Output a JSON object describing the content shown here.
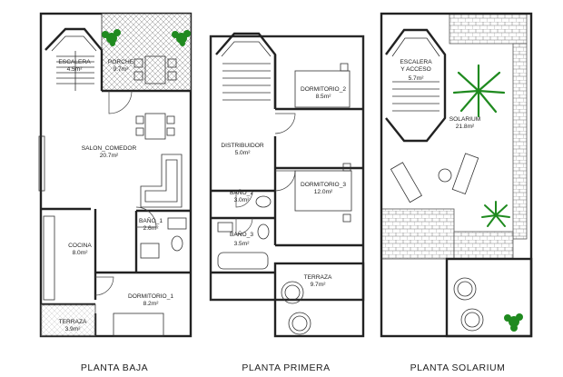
{
  "plans": [
    {
      "title": "PLANTA BAJA",
      "rooms": [
        {
          "name": "ESCALERA",
          "area": "4.5m²"
        },
        {
          "name": "PORCHE",
          "area": "9.7m²"
        },
        {
          "name": "SALON_COMEDOR",
          "area": "20.7m²"
        },
        {
          "name": "BAÑO_1",
          "area": "2.6m²"
        },
        {
          "name": "COCINA",
          "area": "8.0m²"
        },
        {
          "name": "DORMITORIO_1",
          "area": "8.2m²"
        },
        {
          "name": "TERRAZA",
          "area": "3.9m²"
        }
      ]
    },
    {
      "title": "PLANTA PRIMERA",
      "rooms": [
        {
          "name": "DORMITORIO_2",
          "area": "8.5m²"
        },
        {
          "name": "DISTRIBUIDOR",
          "area": "5.0m²"
        },
        {
          "name": "DORMITORIO_3",
          "area": "12.0m²"
        },
        {
          "name": "BAÑO_2",
          "area": "3.0m²"
        },
        {
          "name": "BAÑO_3",
          "area": "3.5m²"
        },
        {
          "name": "TERRAZA",
          "area": "9.7m²"
        }
      ]
    },
    {
      "title": "PLANTA SOLARIUM",
      "rooms": [
        {
          "name": "ESCALERA",
          "name2": "Y ACCESO",
          "area": "5.7m²"
        },
        {
          "name": "SOLARIUM",
          "area": "21.8m²"
        }
      ]
    }
  ]
}
